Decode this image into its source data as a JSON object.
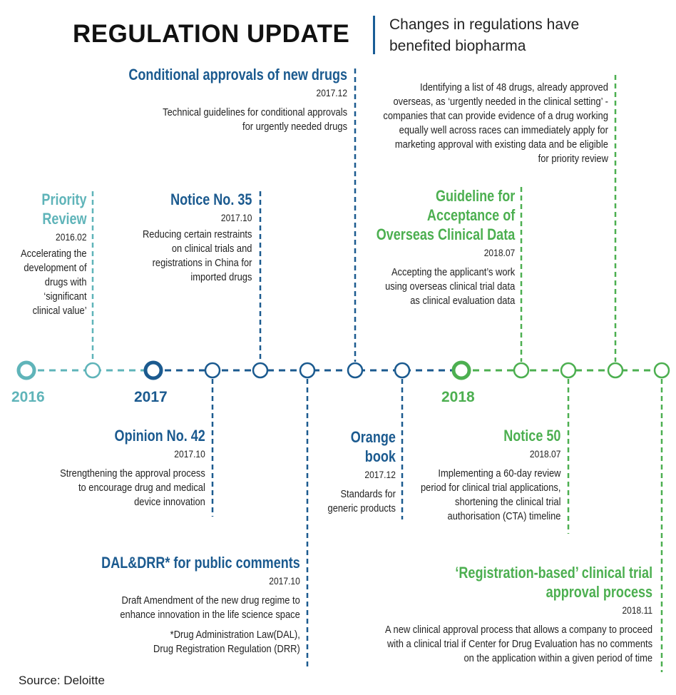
{
  "header": {
    "title": "REGULATION UPDATE",
    "subtitle_line1": "Changes in regulations have",
    "subtitle_line2": "benefited biopharma"
  },
  "colors": {
    "teal": "#5fb4b9",
    "blue": "#1b5a8f",
    "green": "#4caf50"
  },
  "years": [
    "2016",
    "2017",
    "2018"
  ],
  "events": {
    "priority_review": {
      "title_l1": "Priority",
      "title_l2": "Review",
      "date": "2016.02",
      "desc": [
        "Accelerating the",
        "development of",
        "drugs with",
        "‘significant",
        "clinical value’"
      ]
    },
    "notice35": {
      "title": "Notice No. 35",
      "date": "2017.10",
      "desc": [
        "Reducing certain restraints",
        "on clinical trials and",
        "registrations in China for",
        "imported drugs"
      ]
    },
    "conditional": {
      "title": "Conditional approvals of new drugs",
      "date": "2017.12",
      "desc": [
        "Technical guidelines for conditional approvals",
        "for urgently needed drugs"
      ]
    },
    "urgent_list": {
      "desc": [
        "Identifying a list of 48 drugs, already approved",
        "overseas, as ‘urgently needed in the clinical setting’ -",
        "companies that can provide evidence of a drug working",
        "equally well across races can immediately apply for",
        "marketing approval with existing data and be eligible",
        "for priority review"
      ]
    },
    "guideline": {
      "title_l1": "Guideline for",
      "title_l2": "Acceptance of",
      "title_l3": "Overseas Clinical Data",
      "date": "2018.07",
      "desc": [
        "Accepting the applicant’s work",
        "using overseas clinical trial data",
        "as clinical evaluation data"
      ]
    },
    "opinion42": {
      "title": "Opinion No. 42",
      "date": "2017.10",
      "desc": [
        "Strengthening the approval process",
        "to encourage drug and medical",
        "device innovation"
      ]
    },
    "dal": {
      "title": "DAL&DRR* for public comments",
      "date": "2017.10",
      "desc": [
        "Draft Amendment of the new drug regime to",
        "enhance innovation in the life science space"
      ],
      "footnote": [
        "*Drug Administration Law(DAL),",
        "Drug Registration Regulation (DRR)"
      ]
    },
    "orange": {
      "title_l1": "Orange",
      "title_l2": "book",
      "date": "2017.12",
      "desc": [
        "Standards for",
        "generic products"
      ]
    },
    "notice50": {
      "title": "Notice 50",
      "date": "2018.07",
      "desc": [
        "Implementing a  60-day review",
        "period for clinical trial applications,",
        "shortening the clinical trial",
        "authorisation (CTA) timeline"
      ]
    },
    "registration": {
      "title_l1": "‘Registration-based’ clinical trial",
      "title_l2": "approval process",
      "date": "2018.11",
      "desc": [
        "A new clinical approval process that allows a company to proceed",
        "with a clinical trial if Center for Drug Evaluation has no comments",
        "on the application within a given period of time"
      ]
    }
  },
  "source": "Source: Deloitte"
}
